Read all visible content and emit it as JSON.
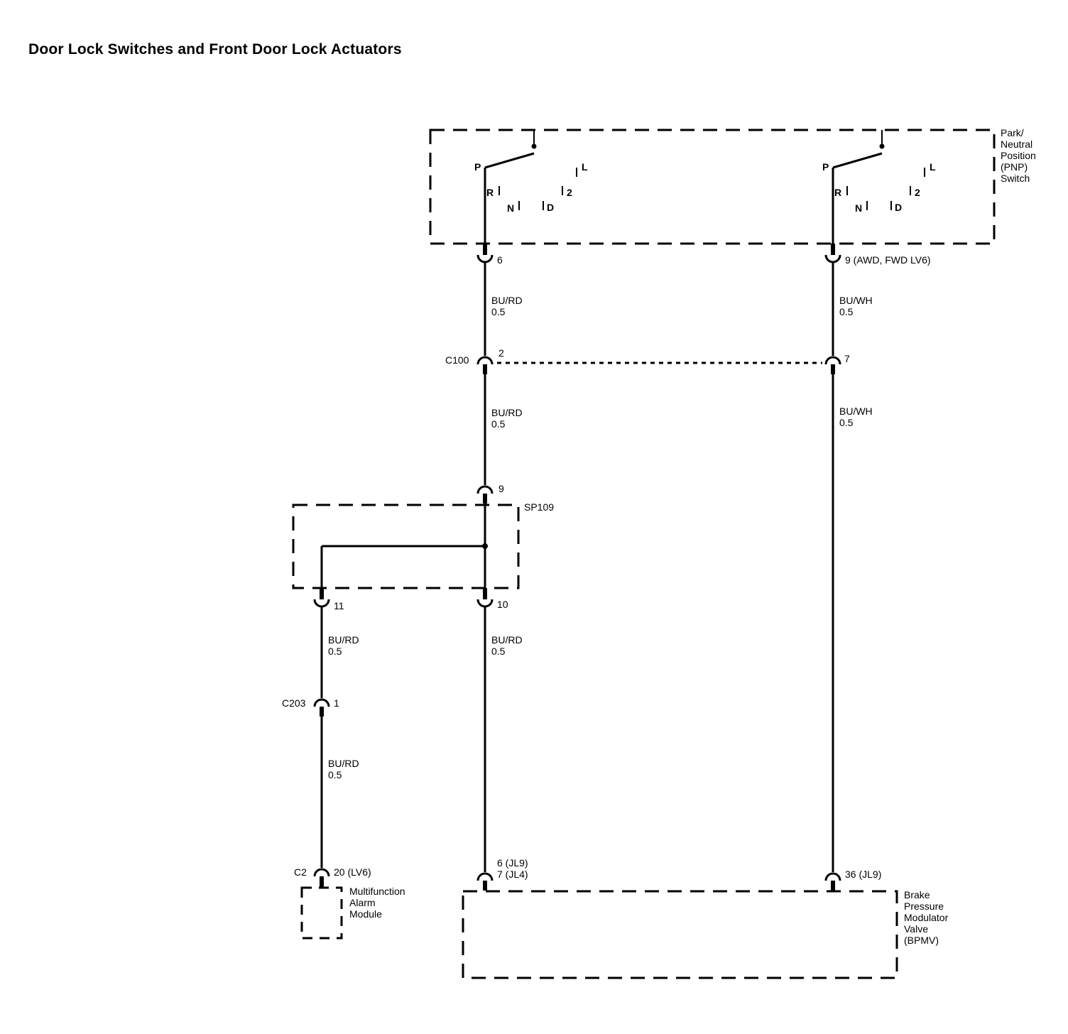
{
  "title": "Door Lock Switches and Front Door Lock Actuators",
  "components": {
    "pnp_switch": [
      "Park/",
      "Neutral",
      "Position",
      "(PNP)",
      "Switch"
    ],
    "splice": "SP109",
    "alarm_module": [
      "Multifunction",
      "Alarm",
      "Module"
    ],
    "bpmv": [
      "Brake",
      "Pressure",
      "Modulator",
      "Valve",
      "(BPMV)"
    ]
  },
  "gear_positions": {
    "p": "P",
    "r": "R",
    "n": "N",
    "d": "D",
    "two": "2",
    "l": "L"
  },
  "connectors": {
    "c100": "C100",
    "c203": "C203",
    "c2": "C2"
  },
  "pins": {
    "pnp_left": "6",
    "pnp_right": "9 (AWD, FWD LV6)",
    "c100_left": "2",
    "c100_right": "7",
    "sp109_in": "9",
    "sp109_out_left": "11",
    "sp109_out_right": "10",
    "c203": "1",
    "c2": "20 (LV6)",
    "bpmv_left_1": "6 (JL9)",
    "bpmv_left_2": "7 (JL4)",
    "bpmv_right": "36 (JL9)"
  },
  "wires": {
    "left_upper": {
      "color": "BU/RD",
      "size": "0.5"
    },
    "right_upper": {
      "color": "BU/WH",
      "size": "0.5"
    },
    "left_mid": {
      "color": "BU/RD",
      "size": "0.5"
    },
    "right_mid": {
      "color": "BU/WH",
      "size": "0.5"
    },
    "branch_11": {
      "color": "BU/RD",
      "size": "0.5"
    },
    "branch_10": {
      "color": "BU/RD",
      "size": "0.5"
    },
    "alarm_feed": {
      "color": "BU/RD",
      "size": "0.5"
    }
  }
}
